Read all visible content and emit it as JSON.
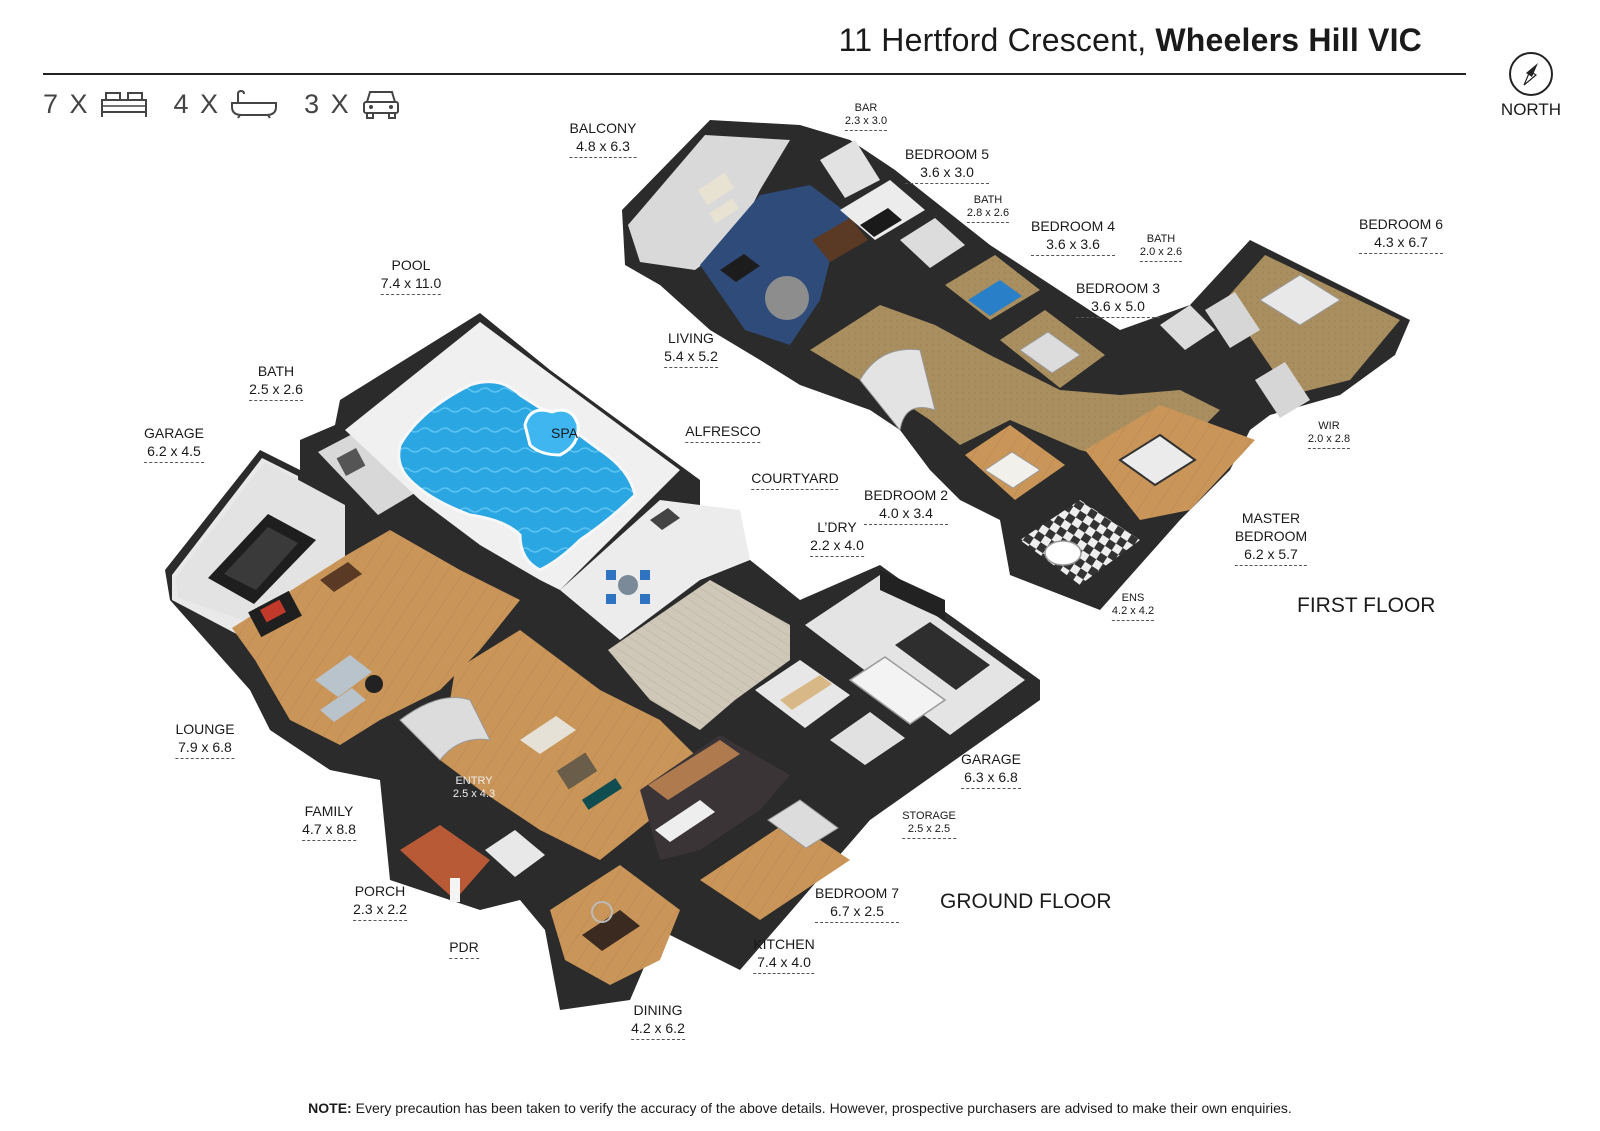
{
  "header": {
    "address_street": "11 Hertford Crescent,",
    "address_suburb": "Wheelers Hill VIC"
  },
  "summary": {
    "bedrooms": "7 X",
    "bathrooms": "4 X",
    "car_spaces": "3 X",
    "bed_icon": "bed-icon",
    "bath_icon": "bathtub-icon",
    "car_icon": "car-icon"
  },
  "compass": {
    "label": "NORTH",
    "icon": "compass-icon"
  },
  "floors": {
    "ground": "GROUND FLOOR",
    "first": "FIRST FLOOR"
  },
  "rooms": {
    "balcony": {
      "name": "BALCONY",
      "dim": "4.8 x 6.3"
    },
    "bar": {
      "name": "BAR",
      "dim": "2.3 x 3.0"
    },
    "bedroom5": {
      "name": "BEDROOM 5",
      "dim": "3.6 x 3.0"
    },
    "bath_f1": {
      "name": "BATH",
      "dim": "2.8 x 2.6"
    },
    "bedroom4": {
      "name": "BEDROOM 4",
      "dim": "3.6 x 3.6"
    },
    "bath_f2": {
      "name": "BATH",
      "dim": "2.0 x 2.6"
    },
    "bedroom3": {
      "name": "BEDROOM 3",
      "dim": "3.6 x 5.0"
    },
    "bedroom6": {
      "name": "BEDROOM 6",
      "dim": "4.3 x 6.7"
    },
    "living": {
      "name": "LIVING",
      "dim": "5.4 x 5.2"
    },
    "wir": {
      "name": "WIR",
      "dim": "2.0 x 2.8"
    },
    "bedroom2": {
      "name": "BEDROOM 2",
      "dim": "4.0 x 3.4"
    },
    "master": {
      "name1": "MASTER",
      "name2": "BEDROOM",
      "dim": "6.2 x 5.7"
    },
    "ens": {
      "name": "ENS",
      "dim": "4.2 x 4.2"
    },
    "pool": {
      "name": "POOL",
      "dim": "7.4 x 11.0"
    },
    "spa": {
      "name": "SPA"
    },
    "bath_g": {
      "name": "BATH",
      "dim": "2.5 x 2.6"
    },
    "garage_g1": {
      "name": "GARAGE",
      "dim": "6.2 x 4.5"
    },
    "alfresco": {
      "name": "ALFRESCO"
    },
    "courtyard": {
      "name": "COURTYARD"
    },
    "laundry": {
      "name": "L’DRY",
      "dim": "2.2 x 4.0"
    },
    "lounge": {
      "name": "LOUNGE",
      "dim": "7.9 x 6.8"
    },
    "entry": {
      "name": "ENTRY",
      "dim": "2.5 x 4.3"
    },
    "garage_g2": {
      "name": "GARAGE",
      "dim": "6.3 x 6.8"
    },
    "family": {
      "name": "FAMILY",
      "dim": "4.7 x 8.8"
    },
    "storage": {
      "name": "STORAGE",
      "dim": "2.5 x 2.5"
    },
    "porch": {
      "name": "PORCH",
      "dim": "2.3 x 2.2"
    },
    "bedroom7": {
      "name": "BEDROOM 7",
      "dim": "6.7 x 2.5"
    },
    "pdr": {
      "name": "PDR"
    },
    "kitchen": {
      "name": "KITCHEN",
      "dim": "7.4 x 4.0"
    },
    "dining": {
      "name": "DINING",
      "dim": "4.2 x 6.2"
    }
  },
  "footer": {
    "note_label": "NOTE:",
    "note_text": " Every precaution has been taken to verify the accuracy of the above details. However, prospective purchasers are advised to make their own enquiries."
  },
  "colors": {
    "wall": "#2b2b2b",
    "wall_face": "#f2f2f2",
    "timber": "#c99559",
    "carpet": "#a98f5f",
    "living_carpet": "#2e4b7a",
    "pool": "#2aa6e3",
    "tile": "#e6e6e6",
    "courtyard": "#c8c0b0"
  }
}
